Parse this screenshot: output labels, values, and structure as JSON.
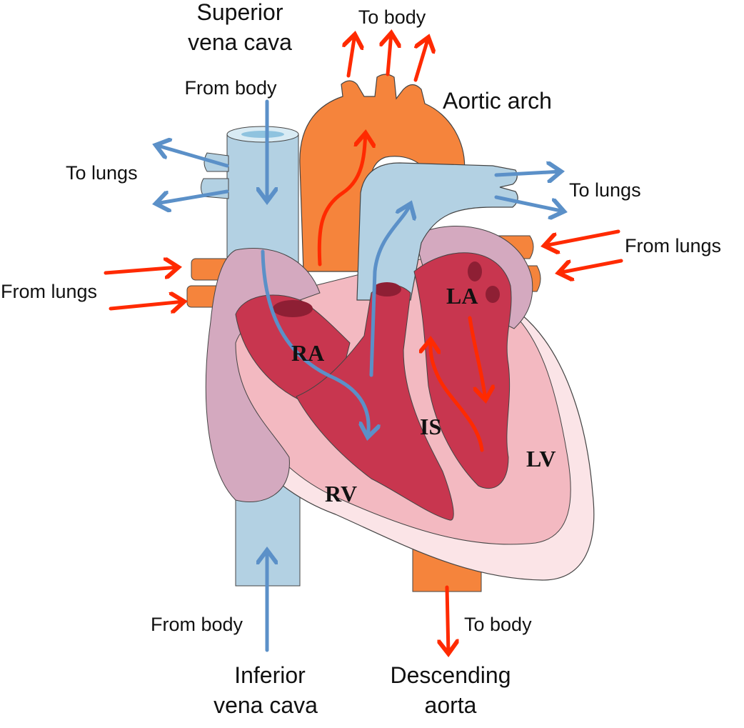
{
  "labels": {
    "svc_line1": "Superior",
    "svc_line2": "vena cava",
    "to_body_top": "To body",
    "aortic_arch": "Aortic arch",
    "from_body_top": "From body",
    "to_lungs_left": "To lungs",
    "to_lungs_right": "To lungs",
    "from_lungs_right": "From lungs",
    "from_lungs_left": "From lungs",
    "from_body_bottom": "From body",
    "ivc_line1": "Inferior",
    "ivc_line2": "vena cava",
    "da_line1": "Descending",
    "da_line2": "aorta",
    "to_body_bottom": "To body"
  },
  "chambers": {
    "ra": "RA",
    "la": "LA",
    "is": "IS",
    "rv": "RV",
    "lv": "LV"
  },
  "colors": {
    "deoxygenated_vessel": "#b3d1e3",
    "deoxygenated_flow": "#5b90c8",
    "oxygenated_vessel": "#f5843c",
    "oxygenated_flow": "#ff2a00",
    "myocardium_outer": "#fbe4e7",
    "myocardium": "#f3b9c1",
    "chamber": "#c8364f",
    "atrium_wall": "#d4a9bf"
  }
}
